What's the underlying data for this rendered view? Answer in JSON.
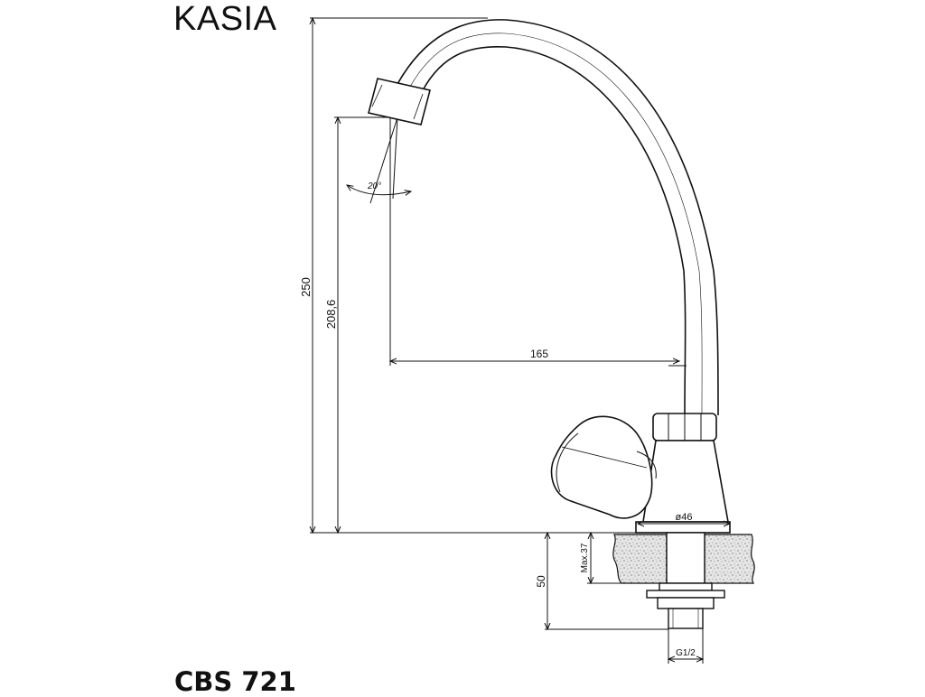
{
  "title": "KASIA",
  "model_code": "CBS 721",
  "dimensions": {
    "overall_height": "250",
    "spout_outlet_height": "208,6",
    "spout_reach": "165",
    "spray_angle": "20°",
    "base_diameter": "ø46",
    "max_counter_thickness": "Max.37",
    "shank_length": "50",
    "thread": "G1/2"
  },
  "colors": {
    "line": "#111111",
    "counter_fill": "#d9d9d9"
  }
}
